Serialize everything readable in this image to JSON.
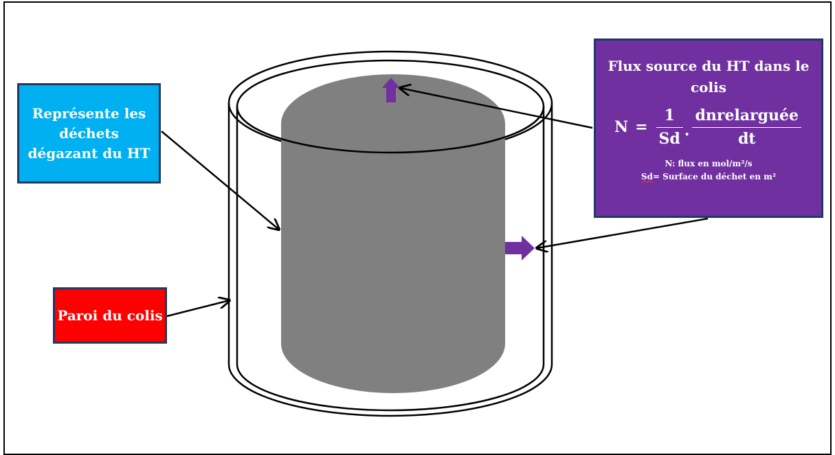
{
  "labels": {
    "waste": "Représente les déchets dégazant du HT",
    "wall": "Paroi du colis"
  },
  "flux_box": {
    "title": "Flux source du HT dans le colis",
    "formula": {
      "lhs": "N",
      "equals": "=",
      "frac1_num": "1",
      "frac1_den": "Sd",
      "dot": ".",
      "frac2_num": "dnrelarguée",
      "frac2_den": "dt"
    },
    "legend_line1": "N: flux en mol/m²/s",
    "legend_line2_prefix": "Sd",
    "legend_line2_rest": "= Surface du déchet en m²"
  },
  "colors": {
    "waste_box": "#00b0f0",
    "wall_box": "#ff0000",
    "flux_box": "#7030a0",
    "waste_cylinder": "#808080",
    "flux_arrows": "#7030a0"
  }
}
